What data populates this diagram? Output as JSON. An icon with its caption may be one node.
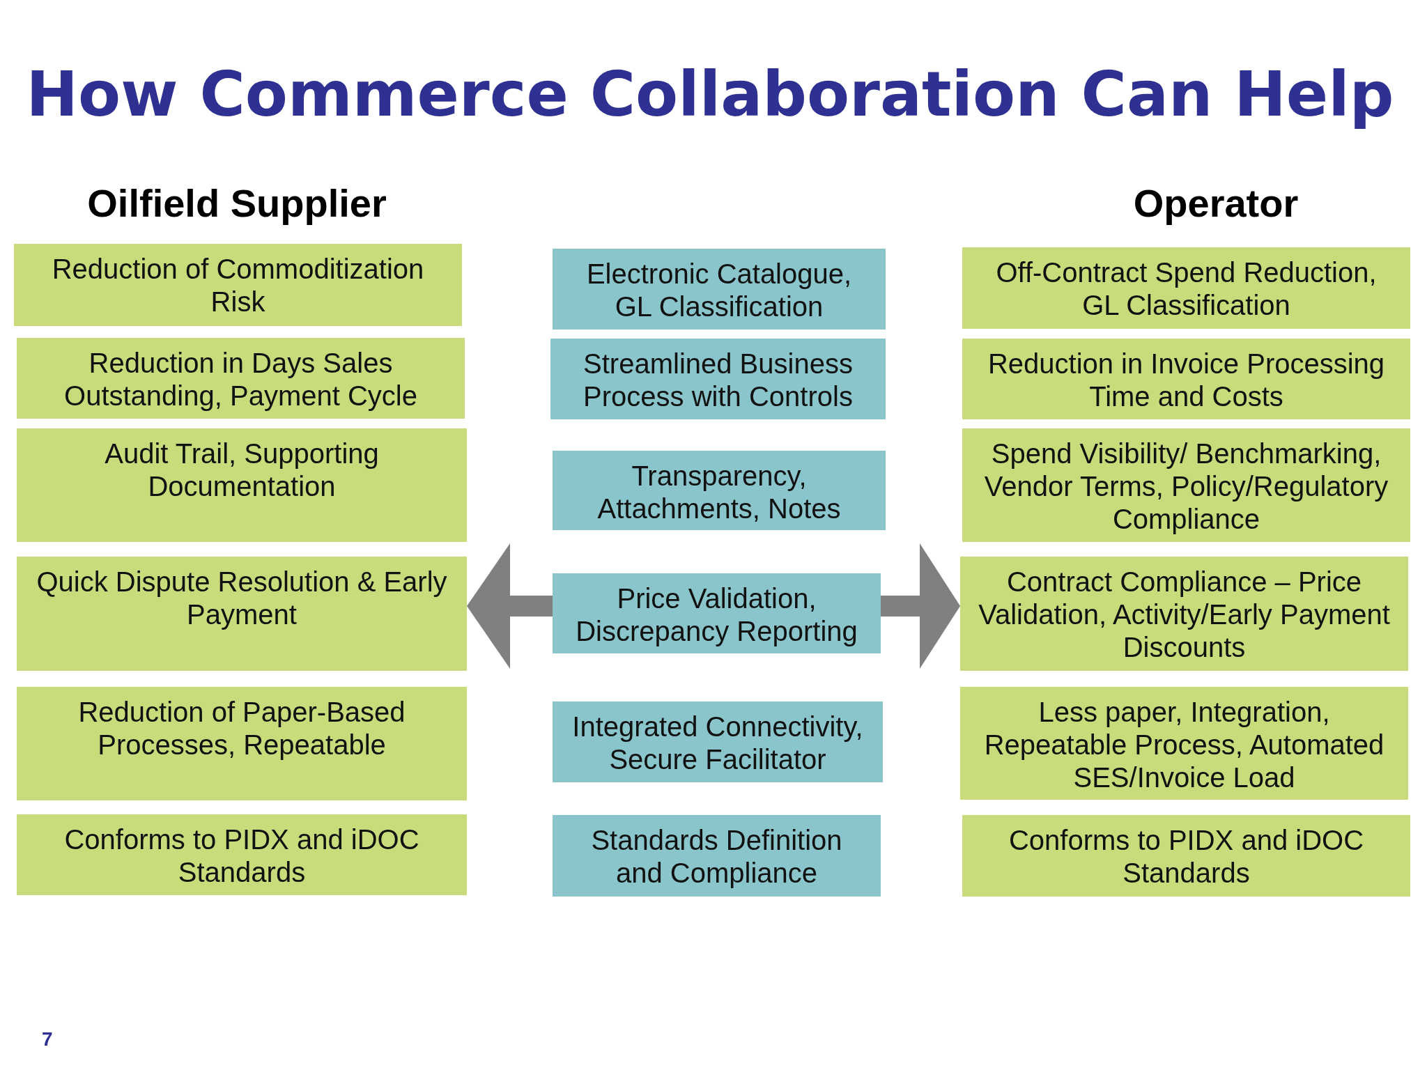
{
  "diagram": {
    "title": "How Commerce Collaboration Can Help",
    "nodes": [
      {
        "text": [
          "Reduction of Commoditization Risk"
        ]
      },
      {
        "text": [
          "Reduction in Days Sales Outstanding, Payment Cycle"
        ]
      },
      {
        "text": [
          "Audit Trail, Supporting Documentation"
        ]
      },
      {
        "text": [
          "Quick Dispute Resolution & Early Payment"
        ]
      },
      {
        "text": [
          "Reduction of Paper-Based Processes, Repeatable"
        ]
      },
      {
        "text": [
          "Conforms to PIDX and iDOC Standards"
        ]
      },
      {
        "text": [
          "Electronic Catalogue, GL Classification"
        ]
      },
      {
        "text": [
          "Streamlined Business Process with Controls"
        ]
      },
      {
        "text": [
          "Transparency, Attachments, Notes"
        ]
      },
      {
        "text": [
          "Price Validation, Discrepancy Reporting"
        ]
      },
      {
        "text": [
          "Integrated Connectivity, Secure Facilitator"
        ]
      },
      {
        "text": [
          "Standards Definition and Compliance"
        ]
      },
      {
        "text": [
          "Off-Contract Spend Reduction, GL Classification"
        ]
      },
      {
        "text": [
          "Reduction in Invoice Processing Time and Costs"
        ]
      },
      {
        "text": [
          "Spend Visibility/ Benchmarking, Vendor Terms, Policy/Regulatory Compliance"
        ]
      },
      {
        "text": [
          "Contract Compliance – Price Validation, Activity/Early Payment Discounts"
        ]
      },
      {
        "text": [
          "Less paper, Integration, Repeatable Process, Automated SES/Invoice Load"
        ]
      },
      {
        "text": [
          "Conforms to PIDX and iDOC Standards"
        ]
      }
    ],
    "edges": [
      {
        "from": 9,
        "to": 3,
        "arrow": "to"
      },
      {
        "from": 9,
        "to": 15,
        "arrow": "to"
      }
    ],
    "labels": [
      "Oilfield Supplier",
      "Operator",
      "7"
    ]
  }
}
